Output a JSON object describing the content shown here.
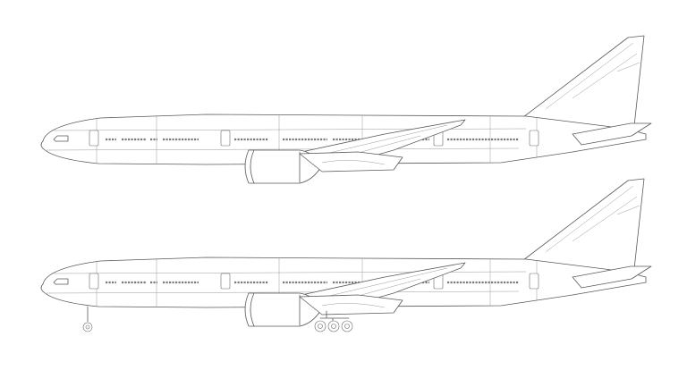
{
  "colors": {
    "background": "#ffffff",
    "line": "#5a5a5a",
    "panel_line": "#9a9a9a"
  },
  "views": [
    {
      "id": "top",
      "landing_gear": "retracted"
    },
    {
      "id": "bottom",
      "landing_gear": "extended"
    }
  ]
}
